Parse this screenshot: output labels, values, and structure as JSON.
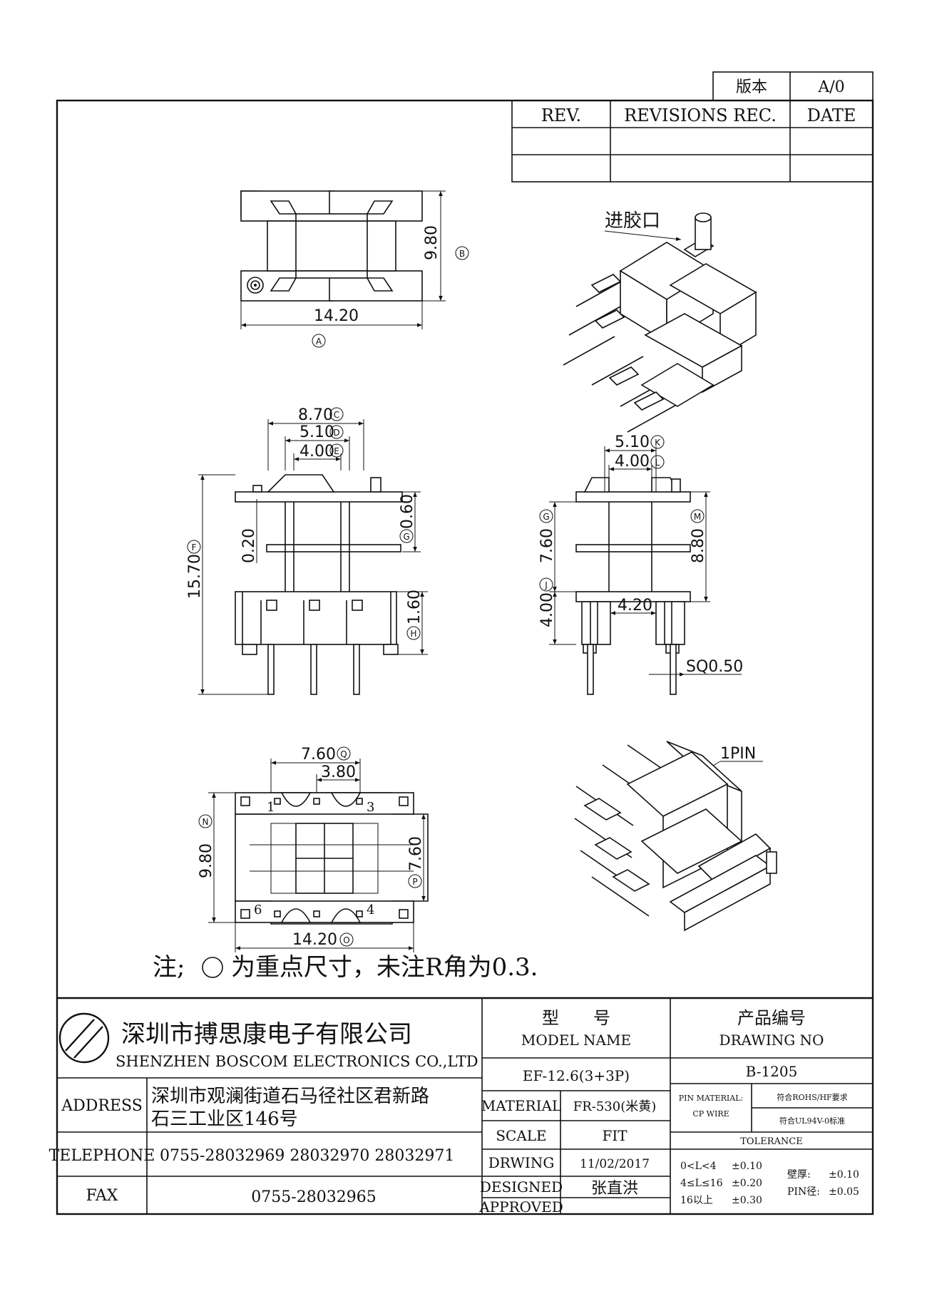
{
  "revision_block": {
    "version_label": "版本",
    "version_value": "A/0",
    "rev_header": "REV.",
    "revisions_header": "REVISIONS REC.",
    "date_header": "DATE"
  },
  "top_view": {
    "width_dim": "14.20",
    "width_ref": "A",
    "height_dim": "9.80",
    "height_ref": "B"
  },
  "front_view": {
    "dim_c": "8.70",
    "ref_c": "C",
    "dim_d": "5.10",
    "ref_d": "D",
    "dim_e": "4.00",
    "ref_e": "E",
    "dim_f": "15.70",
    "ref_f": "F",
    "dim_small": "0.20",
    "dim_g": "0.60",
    "ref_g": "G",
    "dim_h": "1.60",
    "ref_h": "H"
  },
  "side_view": {
    "dim_k": "5.10",
    "ref_k": "K",
    "dim_l": "4.00",
    "ref_l": "L",
    "dim_g": "7.60",
    "ref_g": "G",
    "dim_m": "8.80",
    "ref_m": "M",
    "dim_j": "4.00",
    "ref_j": "J",
    "dim_pitch": "4.20",
    "sq_label": "SQ0.50"
  },
  "bottom_view": {
    "dim_q": "7.60",
    "ref_q": "Q",
    "dim_pitch": "3.80",
    "dim_n": "9.80",
    "ref_n": "N",
    "dim_p": "7.60",
    "ref_p": "P",
    "dim_o": "14.20",
    "ref_o": "O",
    "pin_1": "1",
    "pin_3": "3",
    "pin_4": "4",
    "pin_6": "6"
  },
  "iso_labels": {
    "gate": "进胶口",
    "pin1": "1PIN"
  },
  "note": {
    "prefix": "注;",
    "text": "为重点尺寸，未注R角为0.3."
  },
  "company": {
    "name_cn": "深圳市搏思康电子有限公司",
    "name_en": "SHENZHEN BOSCOM ELECTRONICS CO.,LTD",
    "address_label": "ADDRESS",
    "address_line1": "深圳市观澜街道石马径社区君新路",
    "address_line2": "石三工业区146号",
    "telephone_label": "TELEPHONE",
    "telephone": "0755-28032969 28032970 28032971",
    "fax_label": "FAX",
    "fax": "0755-28032965"
  },
  "title_block": {
    "model_cn": "型　　号",
    "model_en": "MODEL NAME",
    "model_value": "EF-12.6(3+3P)",
    "drawing_cn": "产品编号",
    "drawing_en": "DRAWING NO",
    "drawing_value": "B-1205",
    "material_label": "MATERIAL",
    "material_value": "FR-530(米黄)",
    "scale_label": "SCALE",
    "scale_value": "FIT",
    "drwing_label": "DRWING",
    "drwing_value": "11/02/2017",
    "designed_label": "DESIGNED",
    "designed_value": "张直洪",
    "approved_label": "APPROVED",
    "pin_material_1": "PIN MATERIAL:",
    "pin_material_2": "CP WIRE",
    "rohs": "符合ROHS/HF要求",
    "ul": "符合UL94V-0标准",
    "tolerance_label": "TOLERANCE",
    "tol_1": "0<L<4",
    "tol_1_v": "±0.10",
    "tol_2": "4≤L≤16",
    "tol_2_v": "±0.20",
    "tol_3": "16以上",
    "tol_3_v": "±0.30",
    "wall_label": "壁厚:",
    "wall_v": "±0.10",
    "pin_label": "PIN径:",
    "pin_v": "±0.05"
  }
}
